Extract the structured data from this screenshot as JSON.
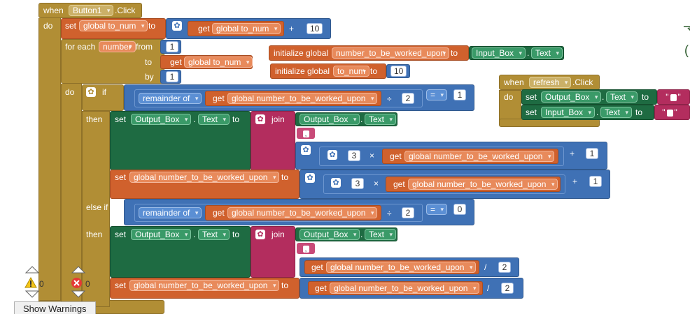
{
  "event_main": {
    "when": "when",
    "component": "Button1",
    "event": ".Click",
    "do": "do"
  },
  "set1": {
    "set": "set",
    "var": "global to_num",
    "to": "to",
    "get": "get",
    "get_var": "global to_num",
    "op": "+",
    "num": "10"
  },
  "foreach": {
    "label": "for each",
    "var": "number",
    "from": "from",
    "from_val": "1",
    "to": "to",
    "get": "get",
    "to_var": "global to_num",
    "by": "by",
    "by_val": "1",
    "do": "do"
  },
  "if_block": {
    "if": "if",
    "remainder": "remainder of",
    "get": "get",
    "var": "global number_to_be_worked_upon",
    "div": "÷",
    "divisor": "2",
    "eq": "=",
    "cmp": "1",
    "then": "then"
  },
  "then1": {
    "set": "set",
    "component": "Output_Box",
    "prop": "Text",
    "to": "to",
    "join": "join",
    "join_component": "Output_Box",
    "join_prop": "Text",
    "mul_num": "3",
    "mul": "×",
    "get": "get",
    "var": "global number_to_be_worked_upon",
    "plus": "+",
    "plus_num": "1"
  },
  "set2": {
    "set": "set",
    "var": "global number_to_be_worked_upon",
    "to": "to",
    "mul_num": "3",
    "mul": "×",
    "get": "get",
    "get_var": "global number_to_be_worked_upon",
    "plus": "+",
    "plus_num": "1"
  },
  "elseif_block": {
    "else_if": "else if",
    "remainder": "remainder of",
    "get": "get",
    "var": "global number_to_be_worked_upon",
    "div": "÷",
    "divisor": "2",
    "eq": "=",
    "cmp": "0",
    "then": "then"
  },
  "then2": {
    "set": "set",
    "component": "Output_Box",
    "prop": "Text",
    "to": "to",
    "join": "join",
    "join_component": "Output_Box",
    "join_prop": "Text",
    "get": "get",
    "var": "global number_to_be_worked_upon",
    "div": "/",
    "div_num": "2"
  },
  "set3": {
    "set": "set",
    "var": "global number_to_be_worked_upon",
    "to": "to",
    "get": "get",
    "get_var": "global number_to_be_worked_upon",
    "div": "/",
    "div_num": "2"
  },
  "init1": {
    "label": "initialize global",
    "name": "number_to_be_worked_upon",
    "to": "to",
    "component": "Input_Box",
    "prop": "Text"
  },
  "init2": {
    "label": "initialize global",
    "name": "to_num",
    "to": "to",
    "value": "10"
  },
  "event_refresh": {
    "when": "when",
    "component": "refresh",
    "event": ".Click",
    "do": "do",
    "set": "set",
    "comp1": "Output_Box",
    "prop1": "Text",
    "to": "to",
    "comp2": "Input_Box",
    "prop2": "Text"
  },
  "warnings": {
    "warn_count": "0",
    "error_count": "0",
    "show_warnings": "Show Warnings"
  },
  "colors": {
    "event": "#b18e35",
    "variable": "#d0612d",
    "math": "#3f71b5",
    "component": "#1e6b42",
    "text": "#b32d5e"
  }
}
